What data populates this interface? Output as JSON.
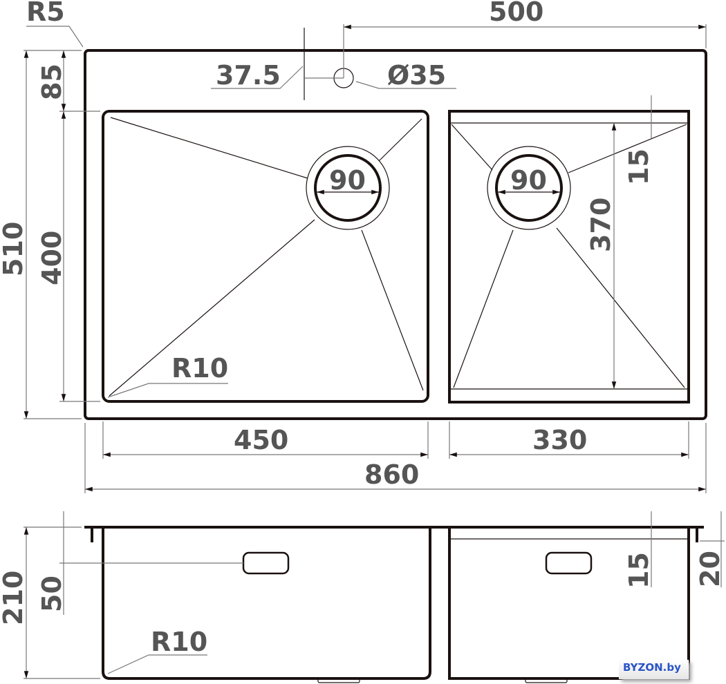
{
  "top_view": {
    "corner_radius": "R5",
    "width_tap_offset": "500",
    "tap_edge_offset": "37.5",
    "tap_hole_diameter": "Ø35",
    "rim_to_bowl": "85",
    "total_depth": "510",
    "left_bowl_depth": "400",
    "left_drain": "90",
    "right_drain": "90",
    "right_inner_rim": "15",
    "right_bowl_depth": "370",
    "bowl_radius": "R10",
    "left_bowl_width": "450",
    "right_bowl_width": "330",
    "total_width": "860"
  },
  "side_view": {
    "height": "210",
    "overflow_offset": "50",
    "bowl_radius": "R10",
    "right_step": "15",
    "rim_height": "20"
  },
  "watermark": "BYZON.by",
  "colors": {
    "line": "#1a1210",
    "text": "#555555",
    "watermark": "#2a55c8"
  }
}
